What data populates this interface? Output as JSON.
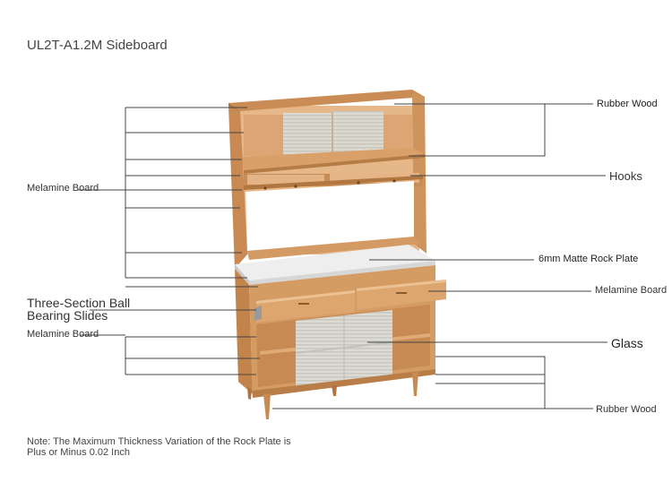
{
  "title": "UL2T-A1.2M Sideboard",
  "labels": {
    "rubber_wood_top": "Rubber Wood",
    "hooks": "Hooks",
    "rock_plate": "6mm Matte Rock Plate",
    "melamine_right": "Melamine Board",
    "glass": "Glass",
    "rubber_wood_bottom": "Rubber Wood",
    "melamine_left_top": "Melamine Board",
    "slides": "Three-Section Ball Bearing Slides",
    "melamine_left_bottom": "Melamine Board"
  },
  "note": "Note: The Maximum Thickness Variation of the Rock Plate is Plus or Minus 0.02 Inch",
  "colors": {
    "wood": "#d19a62",
    "wood_dark": "#b77b45",
    "wood_light": "#e3b383",
    "rock_plate": "#ededed",
    "glass": "#d9d9d2",
    "leader_line": "#444444"
  }
}
